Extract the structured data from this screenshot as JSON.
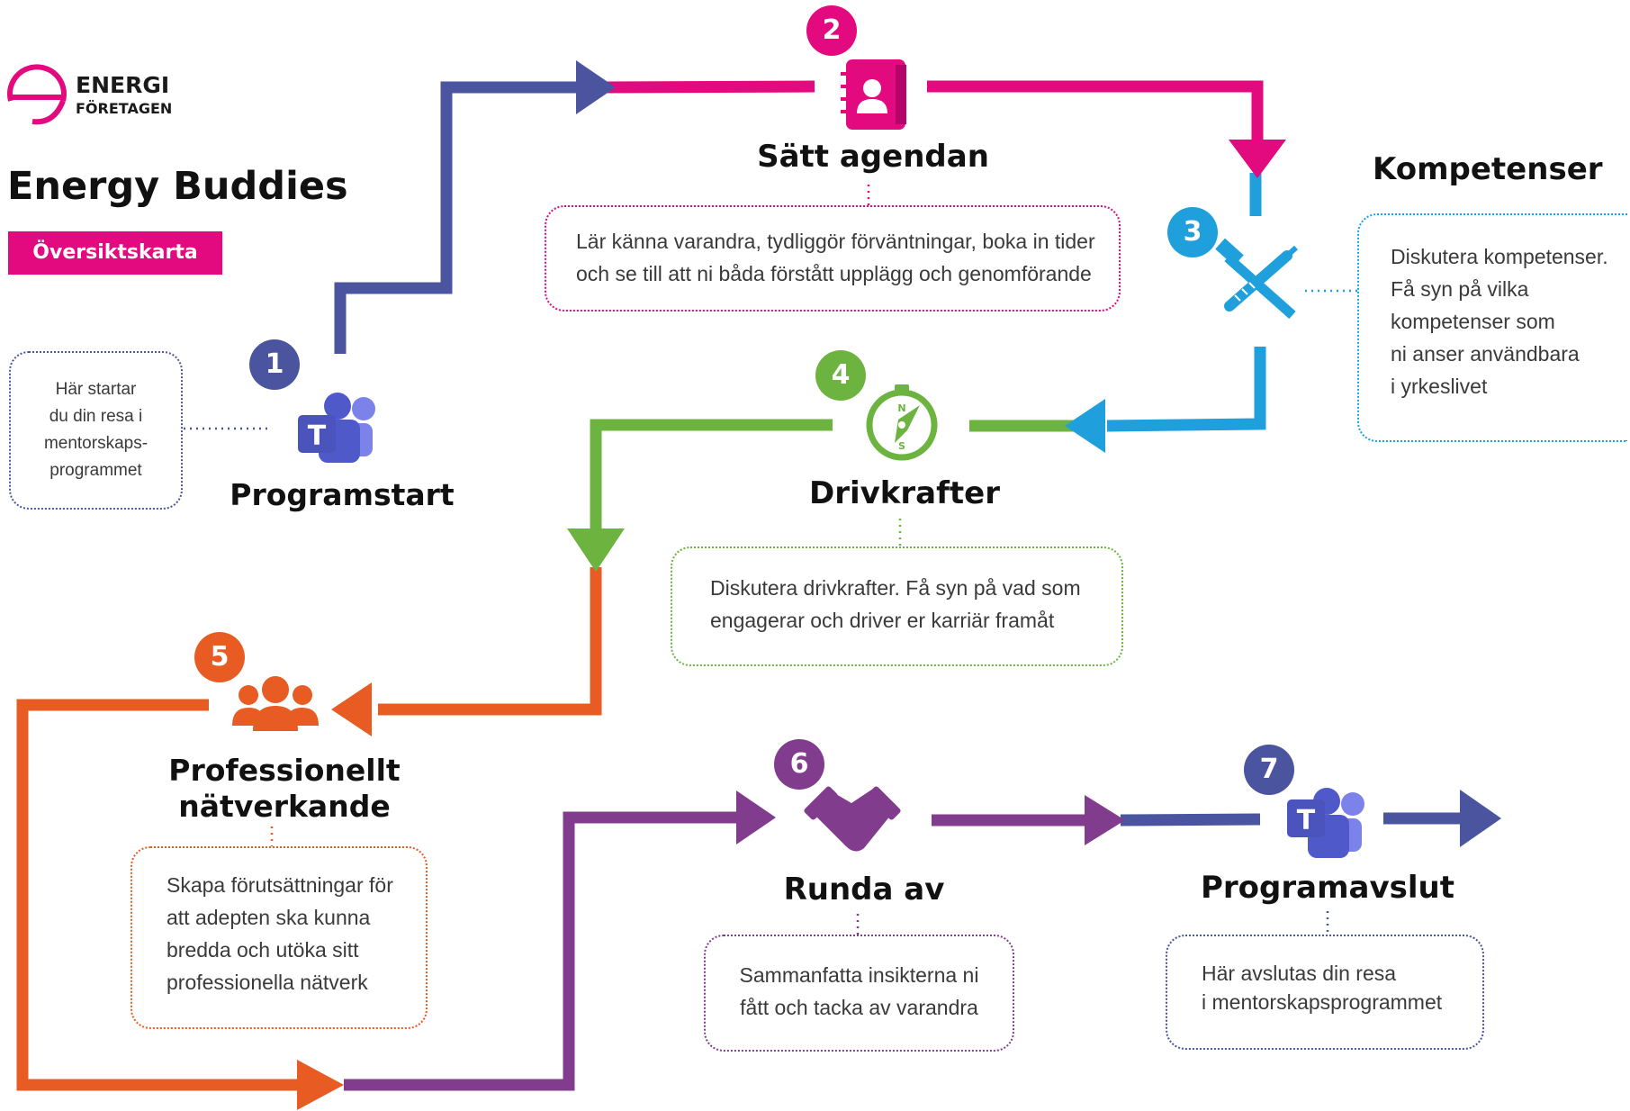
{
  "brand": {
    "line1": "ENERGI",
    "line2": "FÖRETAGEN"
  },
  "header": {
    "title": "Energy Buddies",
    "subtitle": "Översiktskarta"
  },
  "colors": {
    "blue": "#4b559f",
    "pink": "#e3097e",
    "sky": "#1fa0dc",
    "green": "#6cb43f",
    "orange": "#e85c24",
    "purple": "#823c8e",
    "brand": "#e3097e"
  },
  "steps": [
    {
      "number": "1",
      "title": "Programstart",
      "icon": "teams-icon",
      "color": "#4b559f",
      "description": [
        "Här startar",
        "du din resa i",
        "mentorskaps-",
        "programmet"
      ]
    },
    {
      "number": "2",
      "title": "Sätt agendan",
      "icon": "contact-book-icon",
      "color": "#e3097e",
      "description": [
        "Lär känna varandra, tydliggör förväntningar, boka in tider",
        "och se till att ni båda förstått upplägg och genomförande"
      ]
    },
    {
      "number": "3",
      "title": "Kompetenser",
      "icon": "tools-icon",
      "color": "#1fa0dc",
      "description": [
        "Diskutera kompetenser.",
        "Få syn på vilka",
        "kompetenser som",
        "ni anser användbara",
        "i yrkeslivet"
      ]
    },
    {
      "number": "4",
      "title": "Drivkrafter",
      "icon": "compass-icon",
      "color": "#6cb43f",
      "description": [
        "Diskutera drivkrafter. Få syn på vad som",
        "engagerar och driver er karriär framåt"
      ]
    },
    {
      "number": "5",
      "title": "Professionellt nätverkande",
      "icon": "people-group-icon",
      "color": "#e85c24",
      "description": [
        "Skapa förutsättningar för",
        "att adepten ska kunna",
        "bredda och utöka sitt",
        "professionella nätverk"
      ]
    },
    {
      "number": "6",
      "title": "Runda av",
      "icon": "handshake-icon",
      "color": "#823c8e",
      "description": [
        "Sammanfatta insikterna ni",
        "fått och tacka av varandra"
      ]
    },
    {
      "number": "7",
      "title": "Programavslut",
      "icon": "teams-icon",
      "color": "#4b559f",
      "description": [
        "Här avslutas din resa",
        "i mentorskapsprogrammet"
      ]
    }
  ]
}
